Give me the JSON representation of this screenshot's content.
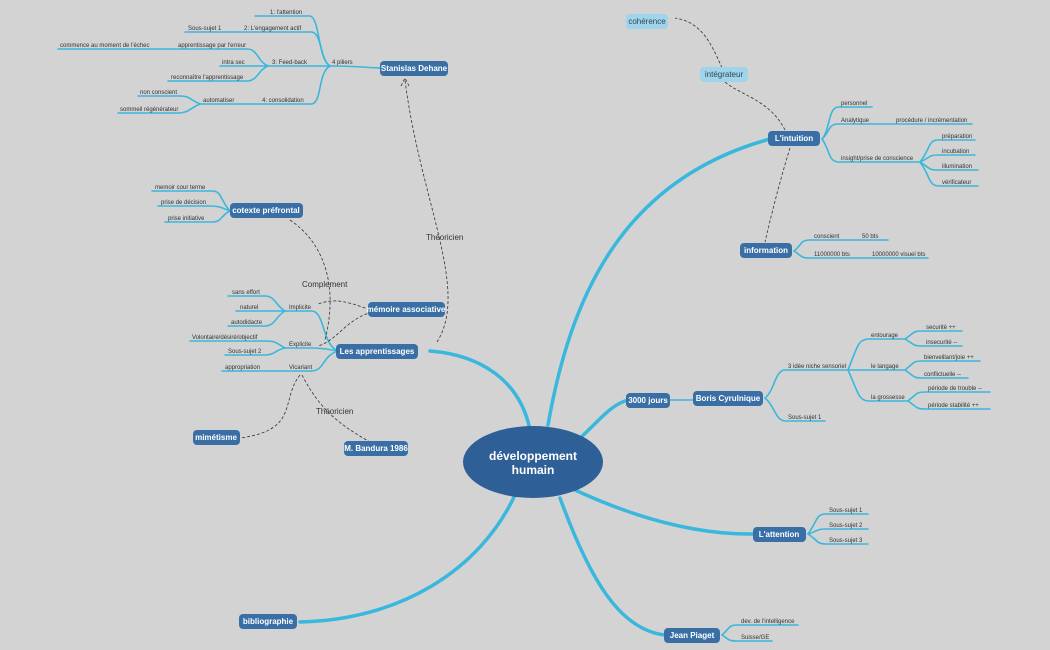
{
  "center": {
    "line1": "développement",
    "line2": "humain"
  },
  "colors": {
    "background": "#d3d3d3",
    "branch": "#3ab7dd",
    "node": "#3a6fa6",
    "light_node": "#9fd4ea"
  },
  "nodes": {
    "stanislas": "Stanislas Dehane",
    "quatre_piliers": "4 piliers",
    "attention1": "1: l'attention",
    "engagement": "2: L'engagement actif",
    "sous_sujet_engagement": "Sous-sujet 1",
    "feedback": "3: Feed-back",
    "apprentissage_erreur": "apprentissage par l'erreur",
    "commence": "commence au moment de l'échec",
    "intra_sec": "intra sec",
    "reconnaitre": "reconnaître l'apprentissage",
    "consolidation": "4: consolidation",
    "automatiser": "automatiser",
    "non_conscient": "non conscient",
    "sommeil": "sommeil régénérateur",
    "cortexte": "cotexte préfrontal",
    "memoir": "memoir cour terme",
    "prise_decision": "prise de décision",
    "prise_initiative": "prise initiative",
    "complement": "Complement",
    "theoricien_top": "Théoricien",
    "memoire_associative": "mémoire associative",
    "apprentissages": "Les apprentissages",
    "implicite": "Implicite",
    "sans_effort": "sans effort",
    "naturel": "naturel",
    "autodidacte": "autodidacte",
    "explicite": "Explicite",
    "volontaire": "Volontaire/désiré/objectif",
    "sous_sujet2": "Sous-sujet 2",
    "vicariant": "Vicariant",
    "appropriation": "appropriation",
    "theoricien_bottom": "Théoricien",
    "mimetisme": "mimétisme",
    "bandura": "M. Bandura 1986",
    "bibliographie": "bibliographie",
    "coherence": "cohérence",
    "integrateur": "intégrateur",
    "intuition": "L'intuition",
    "personnel": "personnel",
    "analytique": "Analytique",
    "procedure": "procédure / incrémentation",
    "insight": "insight/prise de conscience",
    "preparation": "préparation",
    "incubation": "incubation",
    "illumination": "illumination",
    "verificateur": "vérificateur",
    "information": "information",
    "conscient": "conscient",
    "bts50": "50 bts",
    "bts11": "11000000 bts",
    "visuel": "10000000 visuel bts",
    "jours3000": "3000 jours",
    "boris": "Boris Cyrulnique",
    "niche": "3 idée niche sensoriel",
    "entourage": "entourage",
    "securite": "securité ++",
    "insecurite": "insecurité --",
    "langage": "le langage",
    "bienveillant": "bienveillant/joie ++",
    "conflictuelle": "conflictuelle --",
    "grossesse": "la grossesse",
    "trouble": "période de trouble --",
    "stabilite": "période stabilité ++",
    "sous_sujet_boris": "Sous-sujet 1",
    "attention_main": "L'attention",
    "att_s1": "Sous-sujet 1",
    "att_s2": "Sous-sujet 2",
    "att_s3": "Sous-sujet 3",
    "piaget": "Jean Piaget",
    "dev_intel": "dev. de l'intelligence",
    "suisse": "Suisse/GE"
  }
}
